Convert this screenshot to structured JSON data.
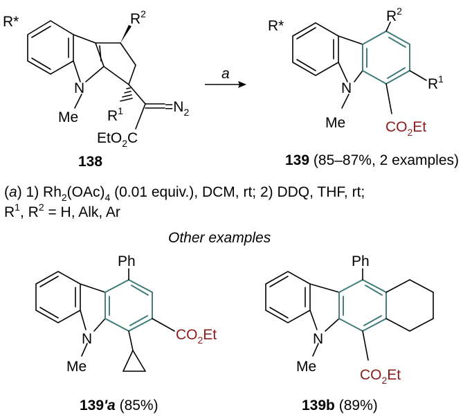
{
  "reactant": {
    "label": "138",
    "atoms": {
      "r_star": "R*",
      "r2": "R",
      "r2_sup": "2",
      "n": "N",
      "me": "Me",
      "r1": "R",
      "r1_sup": "1",
      "n2": "=N",
      "n2_sub": "2",
      "eto": "EtO",
      "eto_sub": "2",
      "eto_c": "C"
    }
  },
  "arrow": {
    "condition": "a"
  },
  "product": {
    "label": "139",
    "yield": "(85–87%, 2 examples)",
    "atoms": {
      "r_star": "R*",
      "r2": "R",
      "r2_sup": "2",
      "r1": "R",
      "r1_sup": "1",
      "n": "N",
      "me": "Me",
      "co": "CO",
      "co_sub": "2",
      "et": "Et"
    }
  },
  "conditions": {
    "line1_open": "(",
    "line1_a": "a",
    "line1_rest": ") 1) Rh",
    "line1_sub2": "2",
    "line1_mid": "(OAc)",
    "line1_sub4": "4",
    "line1_end": " (0.01 equiv.), DCM, rt; 2) DDQ, THF, rt;",
    "line2_r1": "R",
    "line2_sup1": "1",
    "line2_mid": ", R",
    "line2_sup2": "2",
    "line2_end": " = H, Alk, Ar"
  },
  "other_title": "Other examples",
  "example1": {
    "label_num": "139",
    "label_tail": "'a",
    "yield": "(85%)",
    "atoms": {
      "ph": "Ph",
      "n": "N",
      "me": "Me",
      "co": "CO",
      "co_sub": "2",
      "et": "Et"
    }
  },
  "example2": {
    "label": "139b",
    "yield": "(89%)",
    "atoms": {
      "ph": "Ph",
      "n": "N",
      "me": "Me",
      "co": "CO",
      "co_sub": "2",
      "et": "Et"
    }
  },
  "colors": {
    "ring_highlight": "#3a7a78",
    "ester": "#8b1a1a"
  }
}
